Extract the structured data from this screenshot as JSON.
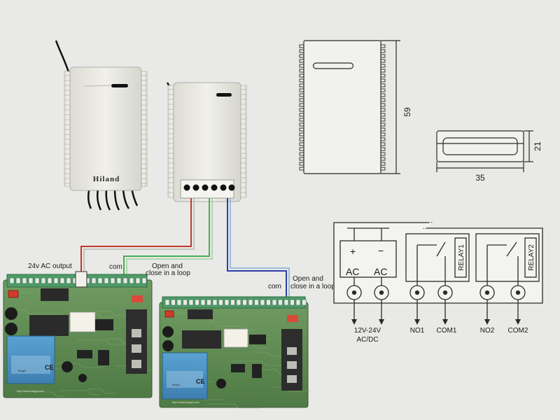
{
  "receiver": {
    "brand": "Hiland"
  },
  "dimensions": {
    "height": "59",
    "depth": "21",
    "width": "35"
  },
  "boards": {
    "left": {
      "power_label": "24v AC output",
      "com_label": "com",
      "loop_label_line1": "Open and",
      "loop_label_line2": "close in a loop",
      "logo_text": "BingZi",
      "url_text": "http://www.bingzi.com",
      "ce_mark": "CE"
    },
    "right": {
      "com_label": "com",
      "loop_label_line1": "Open and",
      "loop_label_line2": "close in a loop",
      "logo_text": "BingZi",
      "url_text": "http://www.bingzi.com",
      "ce_mark": "CE"
    }
  },
  "schematic": {
    "plus": "+",
    "minus": "−",
    "ac1": "AC",
    "ac2": "AC",
    "relay1": "RELAY1",
    "relay2": "RELAY2",
    "terminals": [
      "12V-24V",
      "NO1",
      "COM1",
      "NO2",
      "COM2"
    ],
    "power_sub": "AC/DC"
  },
  "colors": {
    "background": "#e9e9e7",
    "case": "#ebeae4",
    "pcb": "#5f8a52",
    "terminal_block": "#4e9c6a",
    "transformer": "#4a8fc0",
    "wire_red": "#c0392b",
    "wire_green": "#4caf50",
    "wire_blue": "#2d3fa8",
    "line": "#222222"
  }
}
